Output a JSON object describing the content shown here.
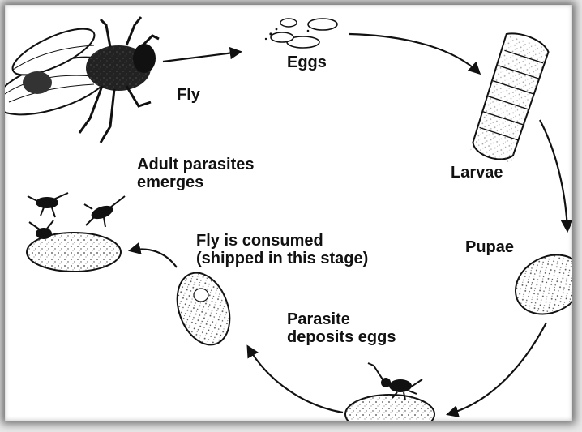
{
  "stages": {
    "fly": "Fly",
    "eggs": "Eggs",
    "larvae": "Larvae",
    "pupae": "Pupae",
    "parasite_deposits": [
      "Parasite",
      "deposits eggs"
    ],
    "fly_consumed": [
      "Fly is consumed",
      "(shipped in this stage)"
    ],
    "adult_parasites": [
      "Adult parasites",
      "emerges"
    ]
  }
}
